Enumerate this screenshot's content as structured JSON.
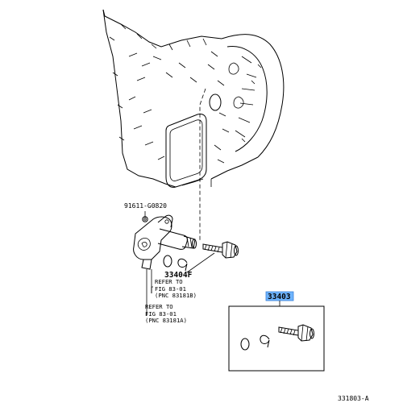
{
  "callouts": {
    "bolt_part": "91611-G0820",
    "housing_part": "33404F",
    "kit_part": "33403",
    "refer1": {
      "line1": "REFER TO",
      "line2": "FIG 83-01",
      "line3": "(PNC 83181B)"
    },
    "refer2": {
      "line1": "REFER TO",
      "line2": "FIG 83-01",
      "line3": "(PNC 83181A)"
    }
  },
  "figure_id": "331803-A",
  "highlight_color": "#6fb5ff"
}
